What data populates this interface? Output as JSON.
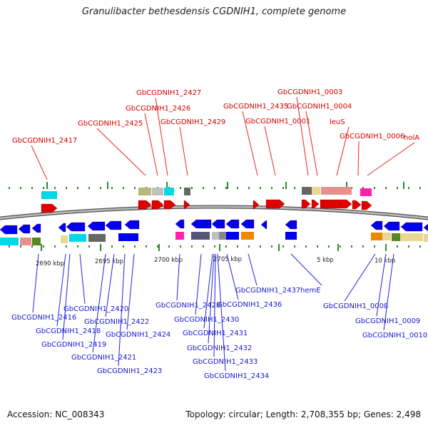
{
  "title": "Granulibacter bethesdensis CGDNIH1, complete genome",
  "footer": {
    "accession": "Accession: NC_008343",
    "summary": "Topology: circular; Length: 2,708,355 bp; Genes: 2,498"
  },
  "colors": {
    "forward_gene": "#e00000",
    "reverse_gene": "#0000ee",
    "top_label": "#d40000",
    "bottom_label": "#1a1ad0",
    "backbone": "#888888",
    "tick": "#2a8a2a"
  },
  "scale_ticks": [
    "2690 kbp",
    "2695 kbp",
    "2700 kbp",
    "2705 kbp",
    "5 kbp",
    "10 kbp"
  ],
  "top_labels": [
    "GbCGDNIH1_2417",
    "GbCGDNIH1_2425",
    "GbCGDNIH1_2426",
    "GbCGDNIH1_2427",
    "GbCGDNIH1_2429",
    "GbCGDNIH1_2435",
    "GbCGDNIH1_0001",
    "GbCGDNIH1_0003",
    "GbCGDNIH1_0004",
    "leuS",
    "GbCGDNIH1_0006",
    "holA"
  ],
  "bottom_labels": [
    "GbCGDNIH1_2416",
    "GbCGDNIH1_2418",
    "GbCGDNIH1_2419",
    "GbCGDNIH1_2420",
    "GbCGDNIH1_2421",
    "GbCGDNIH1_2422",
    "GbCGDNIH1_2423",
    "GbCGDNIH1_2424",
    "GbCGDNIH1_2428",
    "GbCGDNIH1_2430",
    "GbCGDNIH1_2431",
    "GbCGDNIH1_2432",
    "GbCGDNIH1_2433",
    "GbCGDNIH1_2434",
    "GbCGDNIH1_2436",
    "GbCGDNIH1_2437",
    "hemE",
    "GbCGDNIH1_0008",
    "GbCGDNIH1_0009",
    "GbCGDNIH1_0010"
  ]
}
